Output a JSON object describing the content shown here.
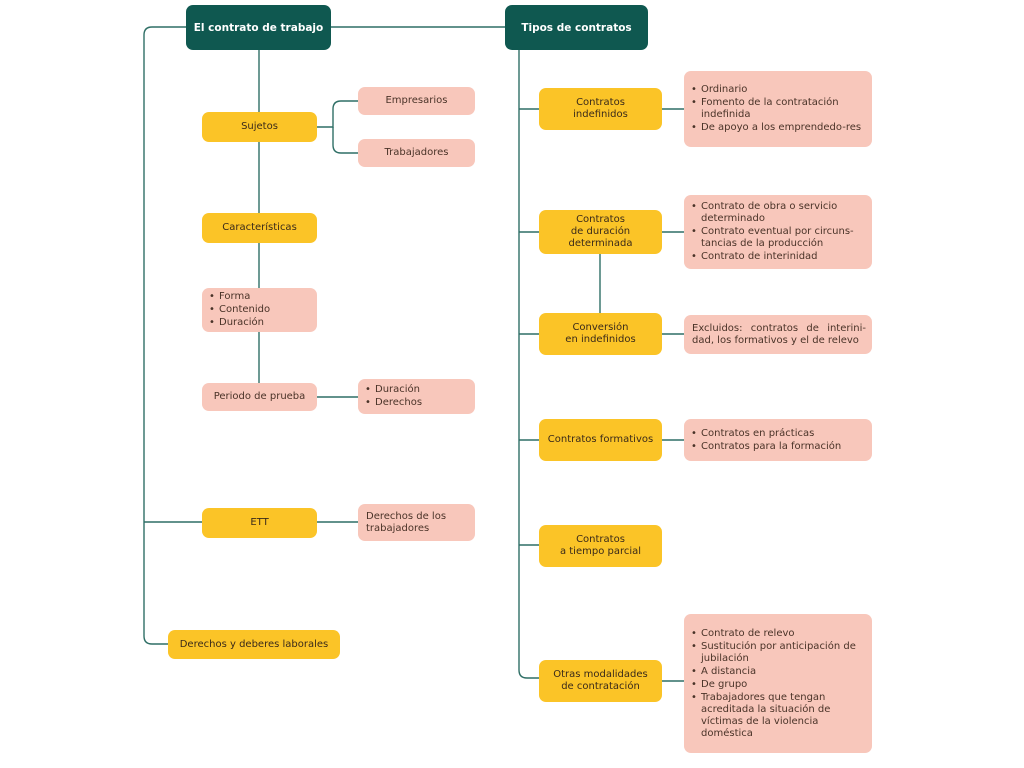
{
  "left": {
    "root": "El contrato de trabajo",
    "sujetos": "Sujetos",
    "empresarios": "Empresarios",
    "trabajadores": "Trabajadores",
    "caracteristicas": "Características",
    "caracteristicas_items": [
      "Forma",
      "Contenido",
      "Duración"
    ],
    "periodo": "Periodo de prueba",
    "periodo_items": [
      "Duración",
      "Derechos"
    ],
    "ett": "ETT",
    "ett_detail": "Derechos de los\ntrabajadores",
    "derechos": "Derechos y deberes laborales"
  },
  "right": {
    "root": "Tipos de contratos",
    "indefinidos": "Contratos\nindefinidos",
    "indefinidos_items": [
      "Ordinario",
      "Fomento de la contratación indefinida",
      "De apoyo a los emprendedo-res"
    ],
    "duracion": "Contratos\nde duración\ndeterminada",
    "duracion_items": [
      "Contrato de obra o servicio determinado",
      "Contrato eventual por circuns-tancias de la producción",
      "Contrato de interinidad"
    ],
    "conversion": "Conversión\nen indefinidos",
    "conversion_detail": "Excluidos: contratos de interini-dad, los formativos y el de relevo",
    "formativos": "Contratos formativos",
    "formativos_items": [
      "Contratos en prácticas",
      "Contratos para la formación"
    ],
    "parcial": "Contratos\na tiempo parcial",
    "otras": "Otras modalidades\nde contratación",
    "otras_items": [
      "Contrato de relevo",
      "Sustitución por anticipación de jubilación",
      "A distancia",
      "De grupo",
      "Trabajadores que tengan acreditada la situación de víctimas de la violencia doméstica"
    ]
  },
  "colors": {
    "dark": "#0f5850",
    "yellow": "#fbc427",
    "pink": "#f8c7bb",
    "line": "#2f6f66"
  }
}
